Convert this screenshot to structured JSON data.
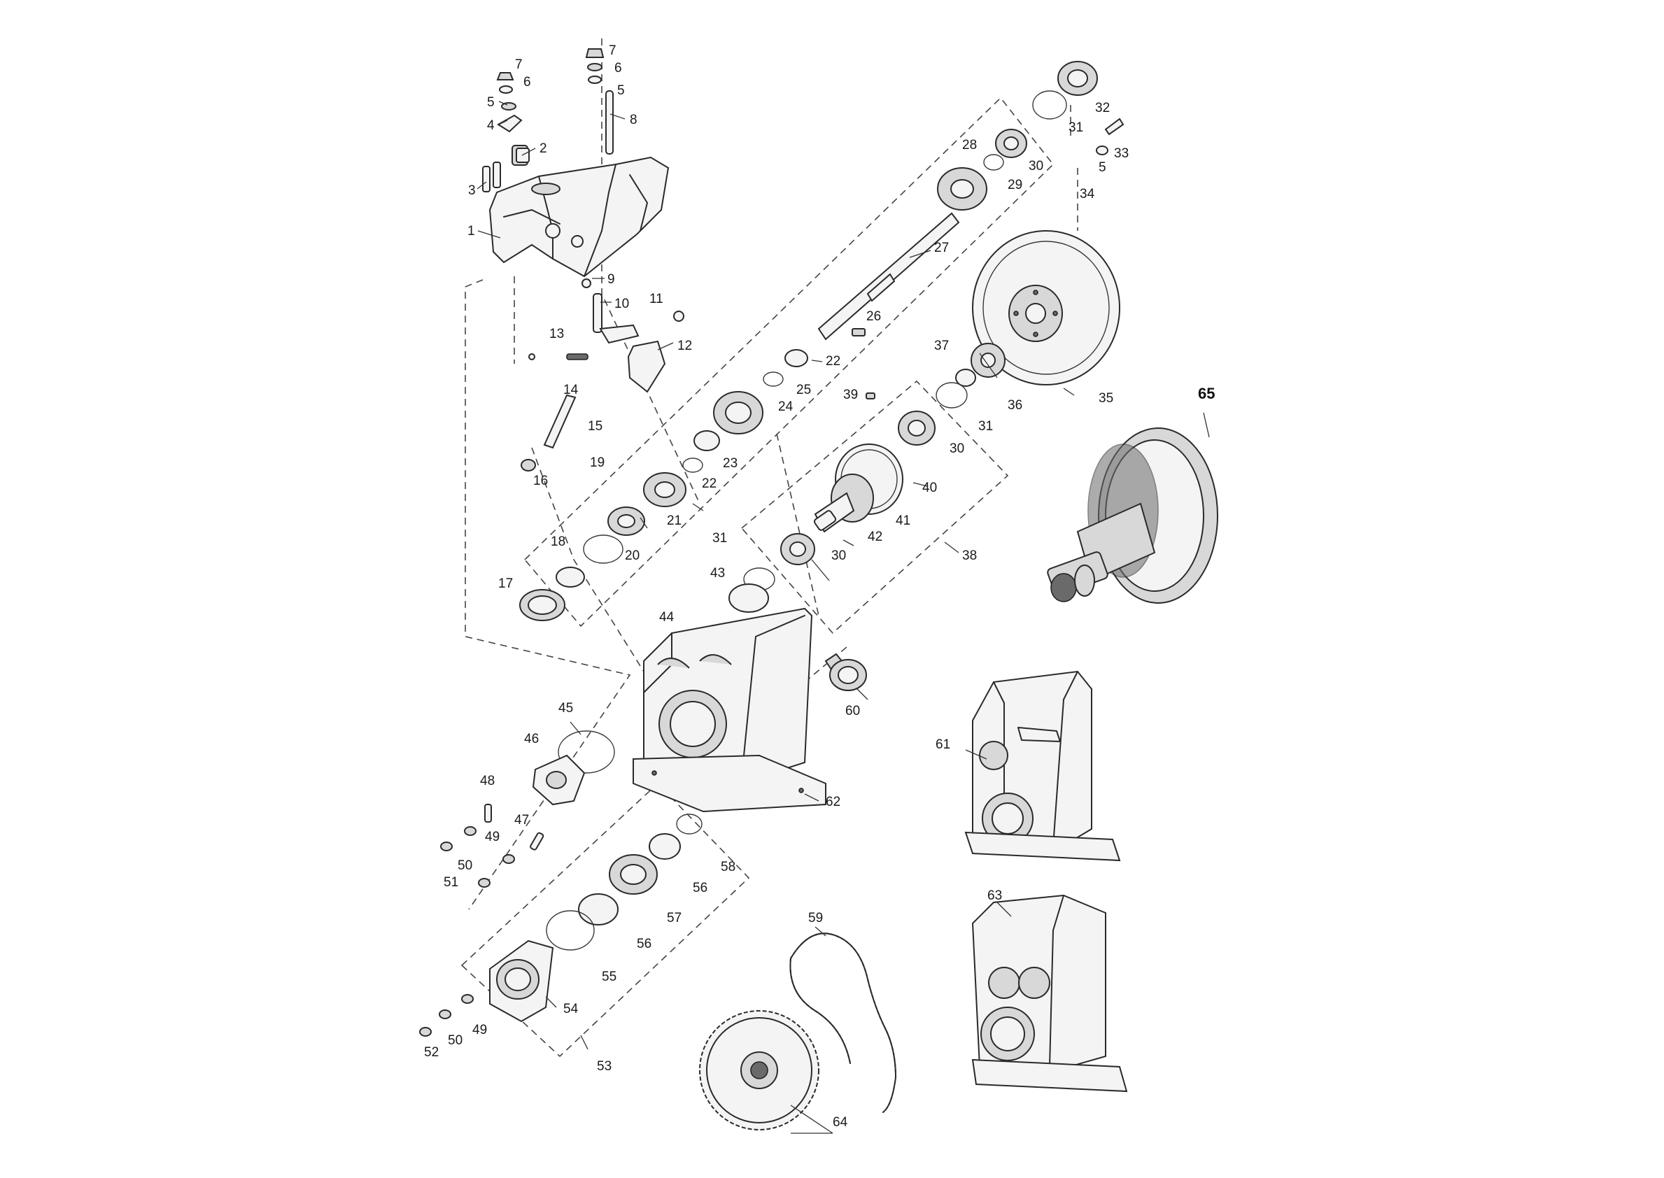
{
  "labels": {
    "p1": "1",
    "p2": "2",
    "p3": "3",
    "p4": "4",
    "p5a": "5",
    "p5b": "5",
    "p5c": "5",
    "p6a": "6",
    "p6b": "6",
    "p7a": "7",
    "p7b": "7",
    "p8": "8",
    "p9": "9",
    "p10": "10",
    "p11": "11",
    "p12": "12",
    "p13": "13",
    "p14": "14",
    "p15": "15",
    "p16": "16",
    "p17": "17",
    "p18": "18",
    "p19": "19",
    "p20": "20",
    "p21": "21",
    "p22a": "22",
    "p22b": "22",
    "p23": "23",
    "p24": "24",
    "p25": "25",
    "p26": "26",
    "p27": "27",
    "p28": "28",
    "p29": "29",
    "p30a": "30",
    "p30b": "30",
    "p30c": "30",
    "p31a": "31",
    "p31b": "31",
    "p31c": "31",
    "p32": "32",
    "p33": "33",
    "p34": "34",
    "p35": "35",
    "p36": "36",
    "p37": "37",
    "p38": "38",
    "p39": "39",
    "p40": "40",
    "p41": "41",
    "p42": "42",
    "p43": "43",
    "p44": "44",
    "p45": "45",
    "p46": "46",
    "p47": "47",
    "p48": "48",
    "p49a": "49",
    "p49b": "49",
    "p50a": "50",
    "p50b": "50",
    "p51": "51",
    "p52": "52",
    "p53": "53",
    "p54": "54",
    "p55": "55",
    "p56a": "56",
    "p56b": "56",
    "p57": "57",
    "p58": "58",
    "p59": "59",
    "p60": "60",
    "p61": "61",
    "p62": "62",
    "p63": "63",
    "p64": "64",
    "p65": "65"
  }
}
